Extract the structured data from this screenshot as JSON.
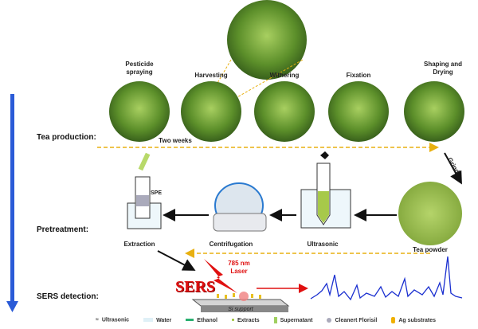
{
  "stages": {
    "production": "Tea production:",
    "pretreatment": "Pretreatment:",
    "detection": "SERS detection:"
  },
  "production_steps": [
    {
      "label": "Pesticide spraying"
    },
    {
      "label": "Harvesting"
    },
    {
      "label": "Withering"
    },
    {
      "label": "Fixation"
    },
    {
      "label": "Shaping and Drying"
    }
  ],
  "two_weeks": "Two weeks",
  "grind": "Grind",
  "pretreatment_steps": {
    "tea_powder": "Tea powder",
    "ultrasonic": "Ultrasonic",
    "centrifugation": "Centrifugation",
    "extraction": "Extraction",
    "spe": "SPE"
  },
  "detection": {
    "sers": "SERS",
    "laser": "785 nm Laser",
    "support": "Si support"
  },
  "legend": [
    "Ultrasonic",
    "Water",
    "Ethanol",
    "Extracts",
    "Supernatant",
    "Cleanert Florisil",
    "Ag substrates"
  ],
  "colors": {
    "dashed": "#e8b010",
    "main_arrow": "#2a5bd7",
    "laser": "#e01010",
    "spectrum": "#1a2fd0",
    "tea": "#8ab83a"
  }
}
